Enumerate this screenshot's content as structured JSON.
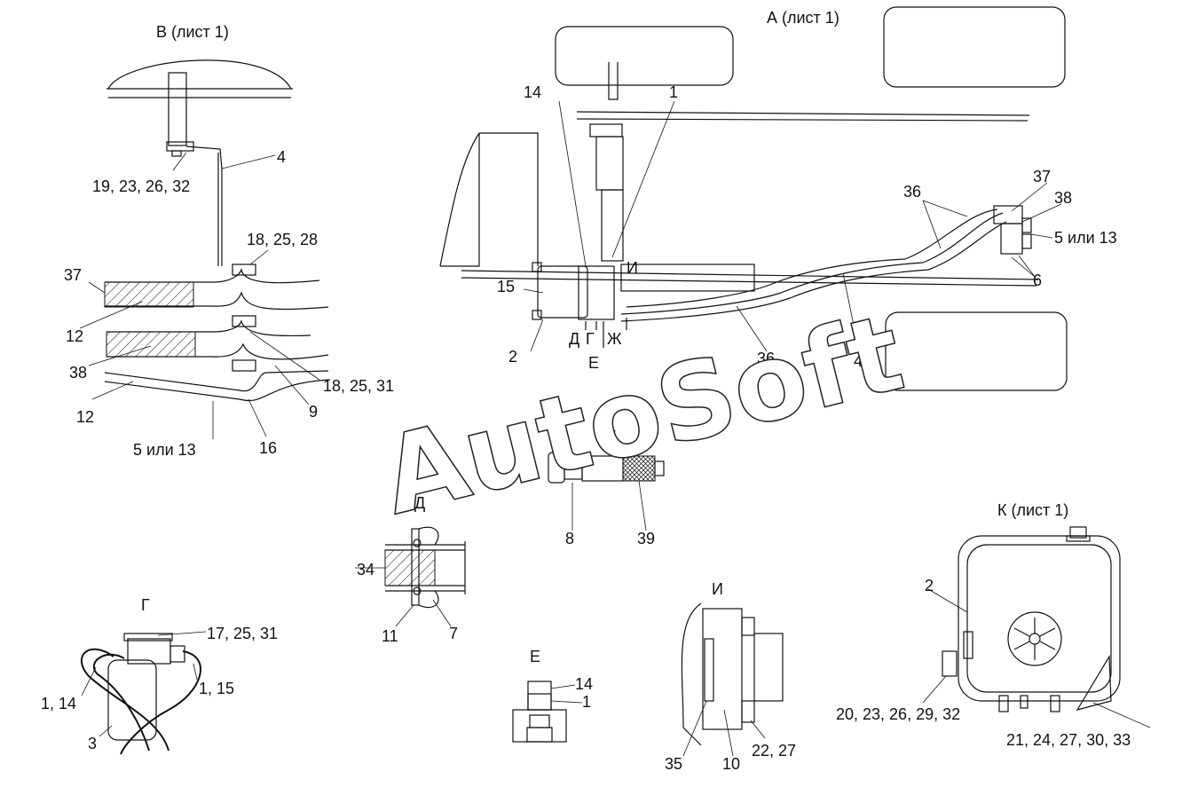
{
  "titles": {
    "view_a": "А (лист 1)",
    "view_v": "В (лист 1)",
    "view_k": "К (лист 1)",
    "view_d": "Д",
    "view_g": "Г",
    "view_e": "Е",
    "view_zh": "Ж",
    "view_i": "И"
  },
  "watermark": "AutoSoft",
  "callouts": {
    "v": [
      "19, 23, 26, 32",
      "4",
      "18, 25, 28",
      "37",
      "12",
      "38",
      "18, 25, 31",
      "12",
      "9",
      "5 или 13",
      "16"
    ],
    "a": [
      "14",
      "1",
      "15",
      "И",
      "2",
      "Д",
      "Г",
      "Е",
      "Ж",
      "36",
      "4",
      "36",
      "37",
      "38",
      "5 или 13",
      "6"
    ],
    "zh": [
      "8",
      "39"
    ],
    "d": [
      "34",
      "11",
      "7"
    ],
    "g": [
      "17, 25, 31",
      "1, 14",
      "1, 15",
      "3"
    ],
    "e": [
      "14",
      "1"
    ],
    "i": [
      "35",
      "10",
      "22, 27"
    ],
    "k": [
      "2",
      "20, 23, 26, 29, 32",
      "21, 24, 27, 30, 33"
    ]
  }
}
